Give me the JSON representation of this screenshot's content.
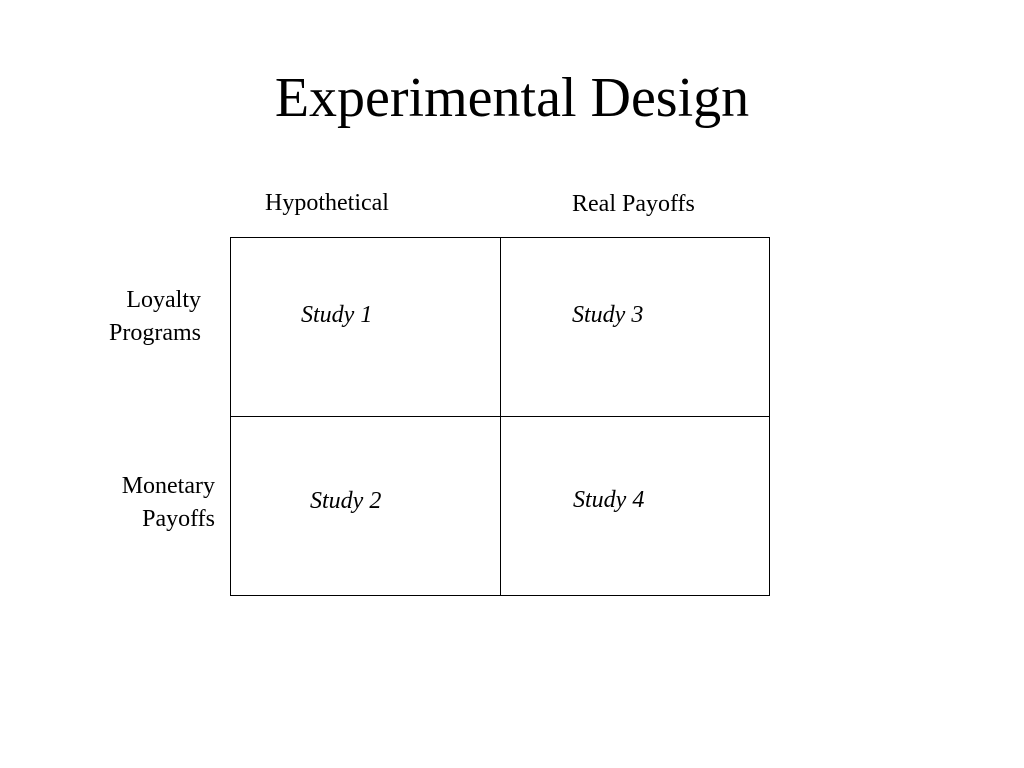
{
  "slide": {
    "title": "Experimental Design"
  },
  "columns": [
    {
      "label": "Hypothetical"
    },
    {
      "label": "Real Payoffs"
    }
  ],
  "rows": [
    {
      "line1": "Loyalty",
      "line2": "Programs"
    },
    {
      "line1": "Monetary",
      "line2": "Payoffs"
    }
  ],
  "cells": [
    [
      "Study 1",
      "Study 3"
    ],
    [
      "Study 2",
      "Study 4"
    ]
  ]
}
